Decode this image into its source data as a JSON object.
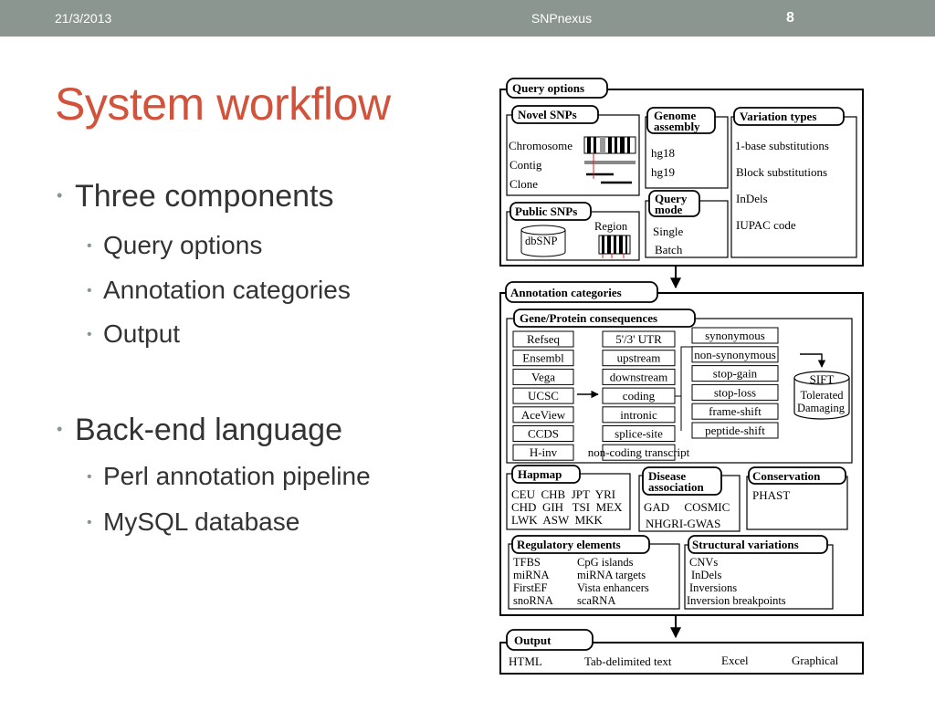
{
  "header": {
    "date": "21/3/2013",
    "title": "SNPnexus",
    "slide_number": "8"
  },
  "slide": {
    "title": "System workflow",
    "bullets": [
      {
        "text": "Three components",
        "sub": [
          "Query options",
          "Annotation categories",
          "Output"
        ]
      },
      {
        "text": "Back-end language",
        "sub": [
          "Perl annotation pipeline",
          "MySQL database"
        ]
      }
    ]
  },
  "diagram": {
    "query_options": {
      "title": "Query options",
      "novel_snps": {
        "title": "Novel SNPs",
        "items": [
          "Chromosome",
          "Contig",
          "Clone"
        ]
      },
      "genome_assembly": {
        "title_line1": "Genome",
        "title_line2": "assembly",
        "items": [
          "hg18",
          "hg19"
        ]
      },
      "variation_types": {
        "title": "Variation types",
        "items": [
          "1-base substitutions",
          "Block substitutions",
          "InDels",
          "IUPAC code"
        ]
      },
      "public_snps": {
        "title": "Public SNPs",
        "db_label": "dbSNP",
        "region_label": "Region"
      },
      "query_mode": {
        "title_line1": "Query",
        "title_line2": "mode",
        "items": [
          "Single",
          "Batch"
        ]
      }
    },
    "annotation_categories": {
      "title": "Annotation categories",
      "gene_protein": {
        "title": "Gene/Protein consequences",
        "sources": [
          "Refseq",
          "Ensembl",
          "Vega",
          "UCSC",
          "AceView",
          "CCDS",
          "H-inv"
        ],
        "regions": [
          "5'/3' UTR",
          "upstream",
          "downstream",
          "coding",
          "intronic",
          "splice-site",
          "non-coding transcript"
        ],
        "coding_effects": [
          "synonymous",
          "non-synonymous",
          "stop-gain",
          "stop-loss",
          "frame-shift",
          "peptide-shift"
        ],
        "sift": {
          "title": "SIFT",
          "items": [
            "Tolerated",
            "Damaging"
          ]
        }
      },
      "hapmap": {
        "title": "Hapmap",
        "rows": [
          "CEU  CHB  JPT  YRI",
          "CHD  GIH   TSI  MEX",
          "LWK  ASW  MKK"
        ]
      },
      "disease_association": {
        "title_line1": "Disease",
        "title_line2": "association",
        "rows": [
          "GAD     COSMIC",
          "NHGRI-GWAS"
        ]
      },
      "conservation": {
        "title": "Conservation",
        "items": [
          "PHAST"
        ]
      },
      "regulatory_elements": {
        "title": "Regulatory elements",
        "left": [
          "TFBS",
          "miRNA",
          "FirstEF",
          "snoRNA"
        ],
        "right": [
          "CpG islands",
          "miRNA targets",
          "Vista enhancers",
          "scaRNA"
        ]
      },
      "structural_variations": {
        "title": "Structural variations",
        "items": [
          "CNVs",
          "InDels",
          "Inversions",
          "Inversion breakpoints"
        ]
      }
    },
    "output": {
      "title": "Output",
      "items": [
        "HTML",
        "Tab-delimited text",
        "Excel",
        "Graphical"
      ]
    }
  }
}
